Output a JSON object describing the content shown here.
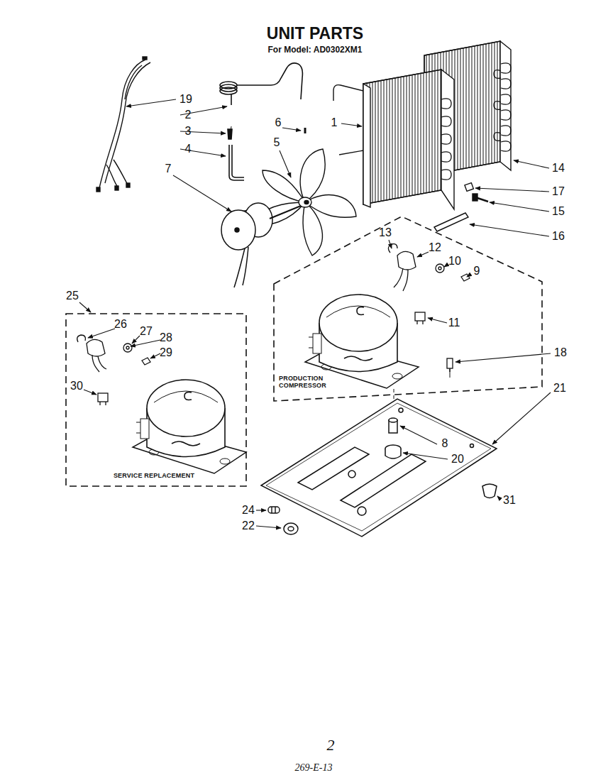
{
  "diagram": {
    "title": "UNIT PARTS",
    "nodes": [
      {
        "text": [
          "PRODUCTION COMPRESSOR"
        ]
      },
      {
        "text": [
          "SERVICE REPLACEMENT"
        ]
      }
    ],
    "labels": [
      "For Model: AD0302XM1",
      "19",
      "2",
      "3",
      "4",
      "7",
      "6",
      "5",
      "1",
      "14",
      "17",
      "15",
      "16",
      "13",
      "12",
      "10",
      "9",
      "11",
      "25",
      "26",
      "27",
      "28",
      "29",
      "30",
      "18",
      "21",
      "8",
      "20",
      "31",
      "24",
      "22",
      "2",
      "269-E-13"
    ]
  }
}
